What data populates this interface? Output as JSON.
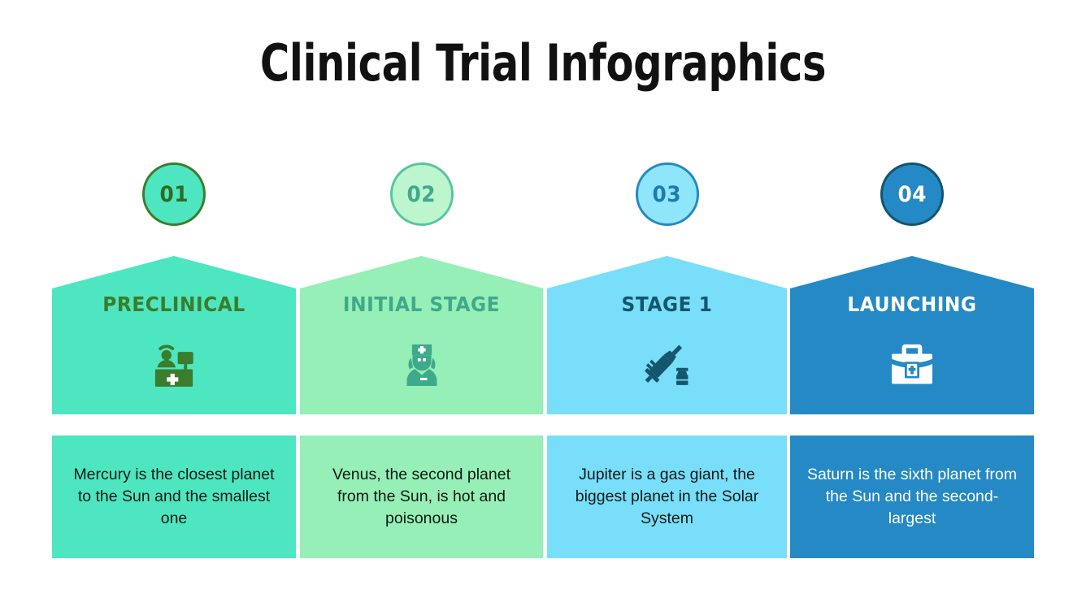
{
  "slide": {
    "title": "Clinical Trial Infographics",
    "background_color": "#ffffff"
  },
  "columns": [
    {
      "number": "01",
      "label": "PRECLINICAL",
      "description": "Mercury is the closest planet to the Sun and the smallest one",
      "icon": "reception-desk-icon",
      "colors": {
        "panel_fill": "#4EE6C0",
        "panel_text": "#3A7D2C",
        "icon_fill": "#3A7D2C",
        "circle_fill": "#4EE6C0",
        "circle_border": "#3A7D2C",
        "circle_text": "#2F6B22",
        "desc_fill": "#4EE6C0",
        "desc_text": "#0D1A14"
      }
    },
    {
      "number": "02",
      "label": "INITIAL STAGE",
      "description": "Venus, the second planet from the Sun, is hot and poisonous",
      "icon": "nurse-icon",
      "colors": {
        "panel_fill": "#96EFB6",
        "panel_text": "#3FA98C",
        "icon_fill": "#3FA98C",
        "circle_fill": "#BDF5CF",
        "circle_border": "#56C79B",
        "circle_text": "#3FA98C",
        "desc_fill": "#96EFB6",
        "desc_text": "#0D1A14"
      }
    },
    {
      "number": "03",
      "label": "STAGE 1",
      "description": "Jupiter is a gas giant, the biggest planet in the Solar System",
      "icon": "syringe-vial-icon",
      "colors": {
        "panel_fill": "#79DEF9",
        "panel_text": "#14566E",
        "icon_fill": "#14566E",
        "circle_fill": "#8FE6FA",
        "circle_border": "#2489C5",
        "circle_text": "#1E7BAF",
        "desc_fill": "#79DEF9",
        "desc_text": "#0D1A14"
      }
    },
    {
      "number": "04",
      "label": "LAUNCHING",
      "description": "Saturn is the sixth planet from the Sun and the second-largest",
      "icon": "medical-briefcase-icon",
      "colors": {
        "panel_fill": "#2489C5",
        "panel_text": "#FFFFFF",
        "icon_fill": "#FFFFFF",
        "circle_fill": "#2489C5",
        "circle_border": "#13556E",
        "circle_text": "#FFFFFF",
        "desc_fill": "#2489C5",
        "desc_text": "#FFFFFF"
      }
    }
  ]
}
